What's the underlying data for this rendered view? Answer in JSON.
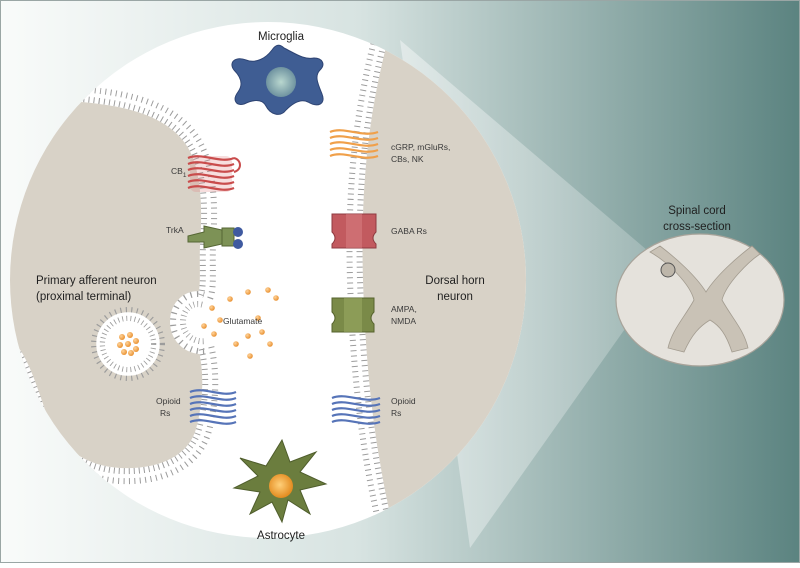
{
  "labels": {
    "microglia": "Microglia",
    "astrocyte": "Astrocyte",
    "primary_afferent_line1": "Primary afferent neuron",
    "primary_afferent_line2": "(proximal terminal)",
    "dorsal_horn_line1": "Dorsal horn",
    "dorsal_horn_line2": "neuron",
    "spinal_cord_line1": "Spinal cord",
    "spinal_cord_line2": "cross-section",
    "cb1_base": "CB",
    "cb1_sub": "1",
    "trka": "TrkA",
    "glutamate": "Glutamate",
    "opioid_left_line1": "Opioid",
    "opioid_left_line2": "Rs",
    "cgrp_line1": "cGRP, mGluRs,",
    "cgrp_line2": "CBs, NK",
    "gaba": "GABA Rs",
    "ampa_line1": "AMPA,",
    "ampa_line2": "NMDA",
    "opioid_right_line1": "Opioid",
    "opioid_right_line2": "Rs"
  },
  "colors": {
    "background_grad_left": "#f7f9f8",
    "background_grad_right": "#5d8582",
    "neuron_fill": "#d8d2c7",
    "membrane_bead": "#ffffff",
    "cb1_receptor": "#d96a6a",
    "trka_receptor": "#7d9256",
    "trka_knob": "#3f5aa0",
    "opioid_receptor": "#6d87c2",
    "cgrp_receptor": "#f0a65a",
    "gaba_receptor": "#c25a5f",
    "ampa_receptor": "#7a8a48",
    "glutamate_dot": "#f0a54b",
    "microglia": "#3e5c93",
    "astrocyte": "#6b7d3e",
    "astrocyte_nucleus": "#f2a23a"
  }
}
